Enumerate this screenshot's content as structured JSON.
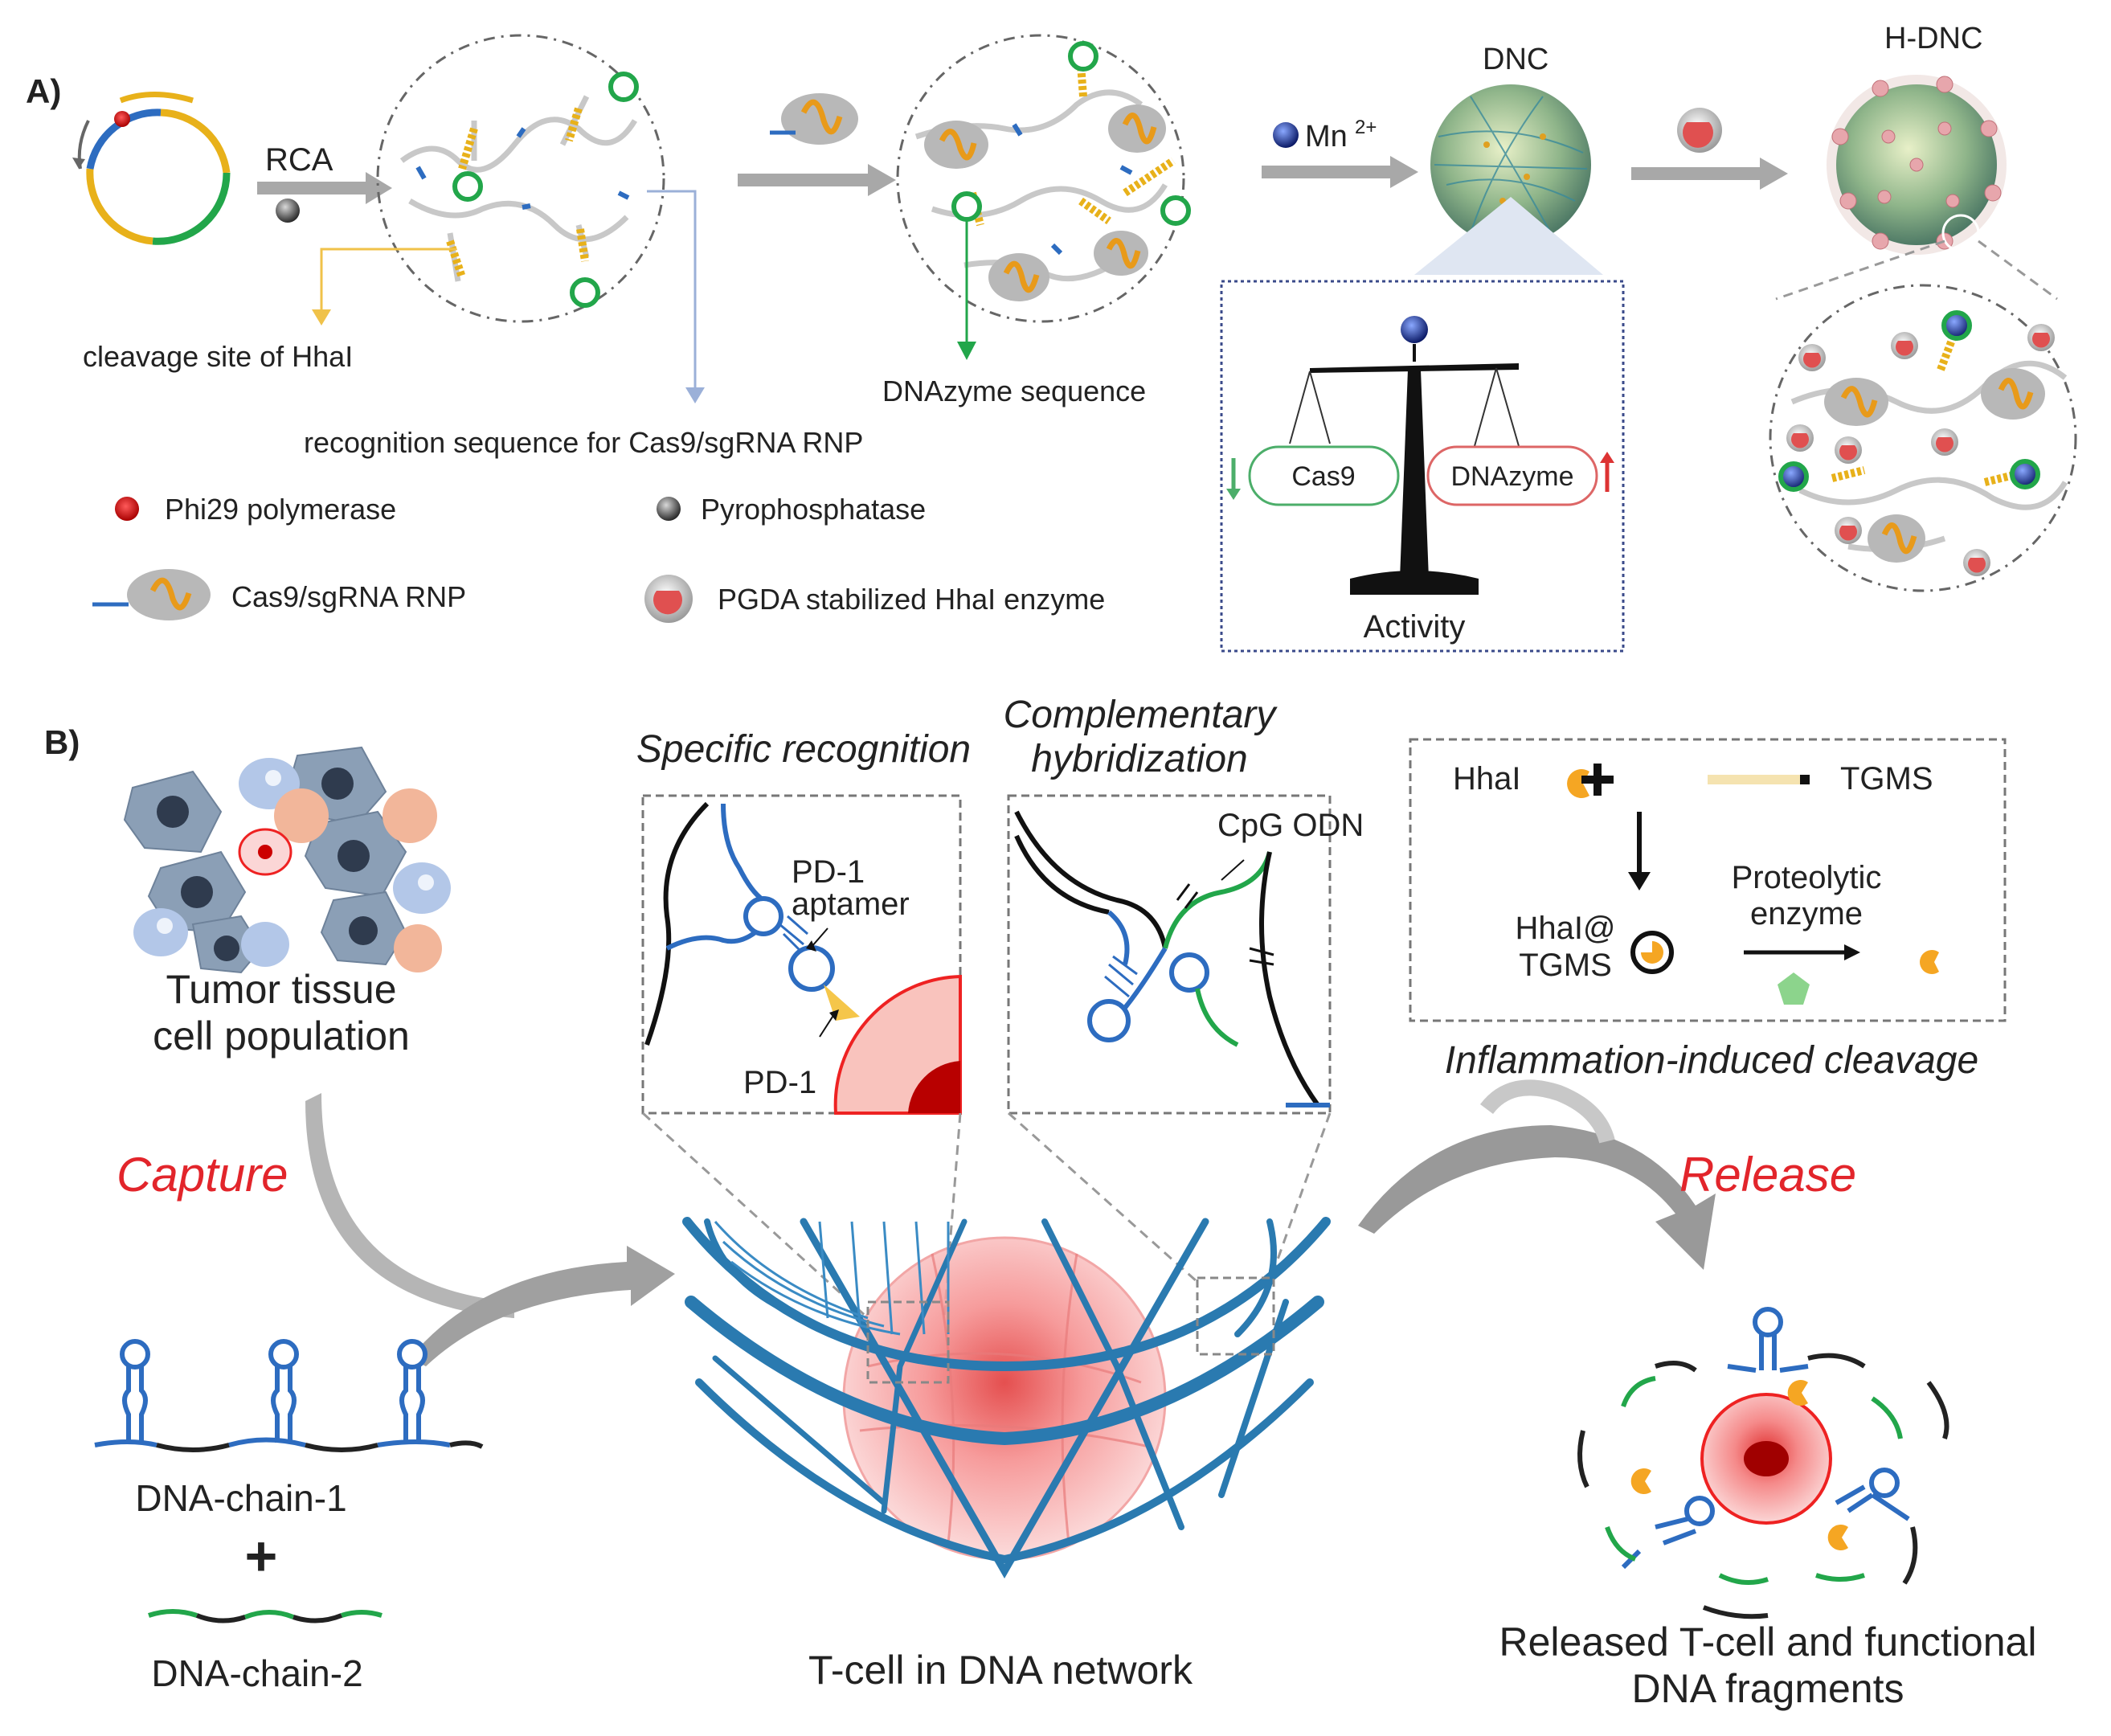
{
  "panel_a": {
    "label": "A)",
    "rca": "RCA",
    "mn": "Mn",
    "mn_sup": "2+",
    "dnc": "DNC",
    "hdnc": "H-DNC",
    "cleavage_site": "cleavage site of HhaI",
    "dnazyme_sequence": "DNAzyme sequence",
    "recognition_sequence": "recognition sequence for Cas9/sgRNA RNP",
    "legend": {
      "phi29": "Phi29 polymerase",
      "pyro": "Pyrophosphatase",
      "cas9_rnp": "Cas9/sgRNA RNP",
      "pgda": "PGDA stabilized HhaI enzyme"
    },
    "balance": {
      "left": "Cas9",
      "right": "DNAzyme",
      "caption": "Activity"
    }
  },
  "panel_b": {
    "label": "B)",
    "tumor_line1": "Tumor tissue",
    "tumor_line2": "cell population",
    "specific_recognition": "Specific recognition",
    "complementary_line1": "Complementary",
    "complementary_line2": "hybridization",
    "pd1_aptamer_line1": "PD-1",
    "pd1_aptamer_line2": "aptamer",
    "pd1": "PD-1",
    "cpg": "CpG ODN",
    "hhal": "HhaI",
    "plus": "+",
    "tgms": "TGMS",
    "hhal_tgms_line1": "HhaI@",
    "hhal_tgms_line2": "TGMS",
    "proteolytic_line1": "Proteolytic",
    "proteolytic_line2": "enzyme",
    "inflammation": "Inflammation-induced cleavage",
    "capture": "Capture",
    "release": "Release",
    "chain1": "DNA-chain-1",
    "chain_plus": "+",
    "chain2": "DNA-chain-2",
    "tcell": "T-cell in DNA network",
    "released_line1": "Released T-cell and functional",
    "released_line2": "DNA fragments"
  }
}
